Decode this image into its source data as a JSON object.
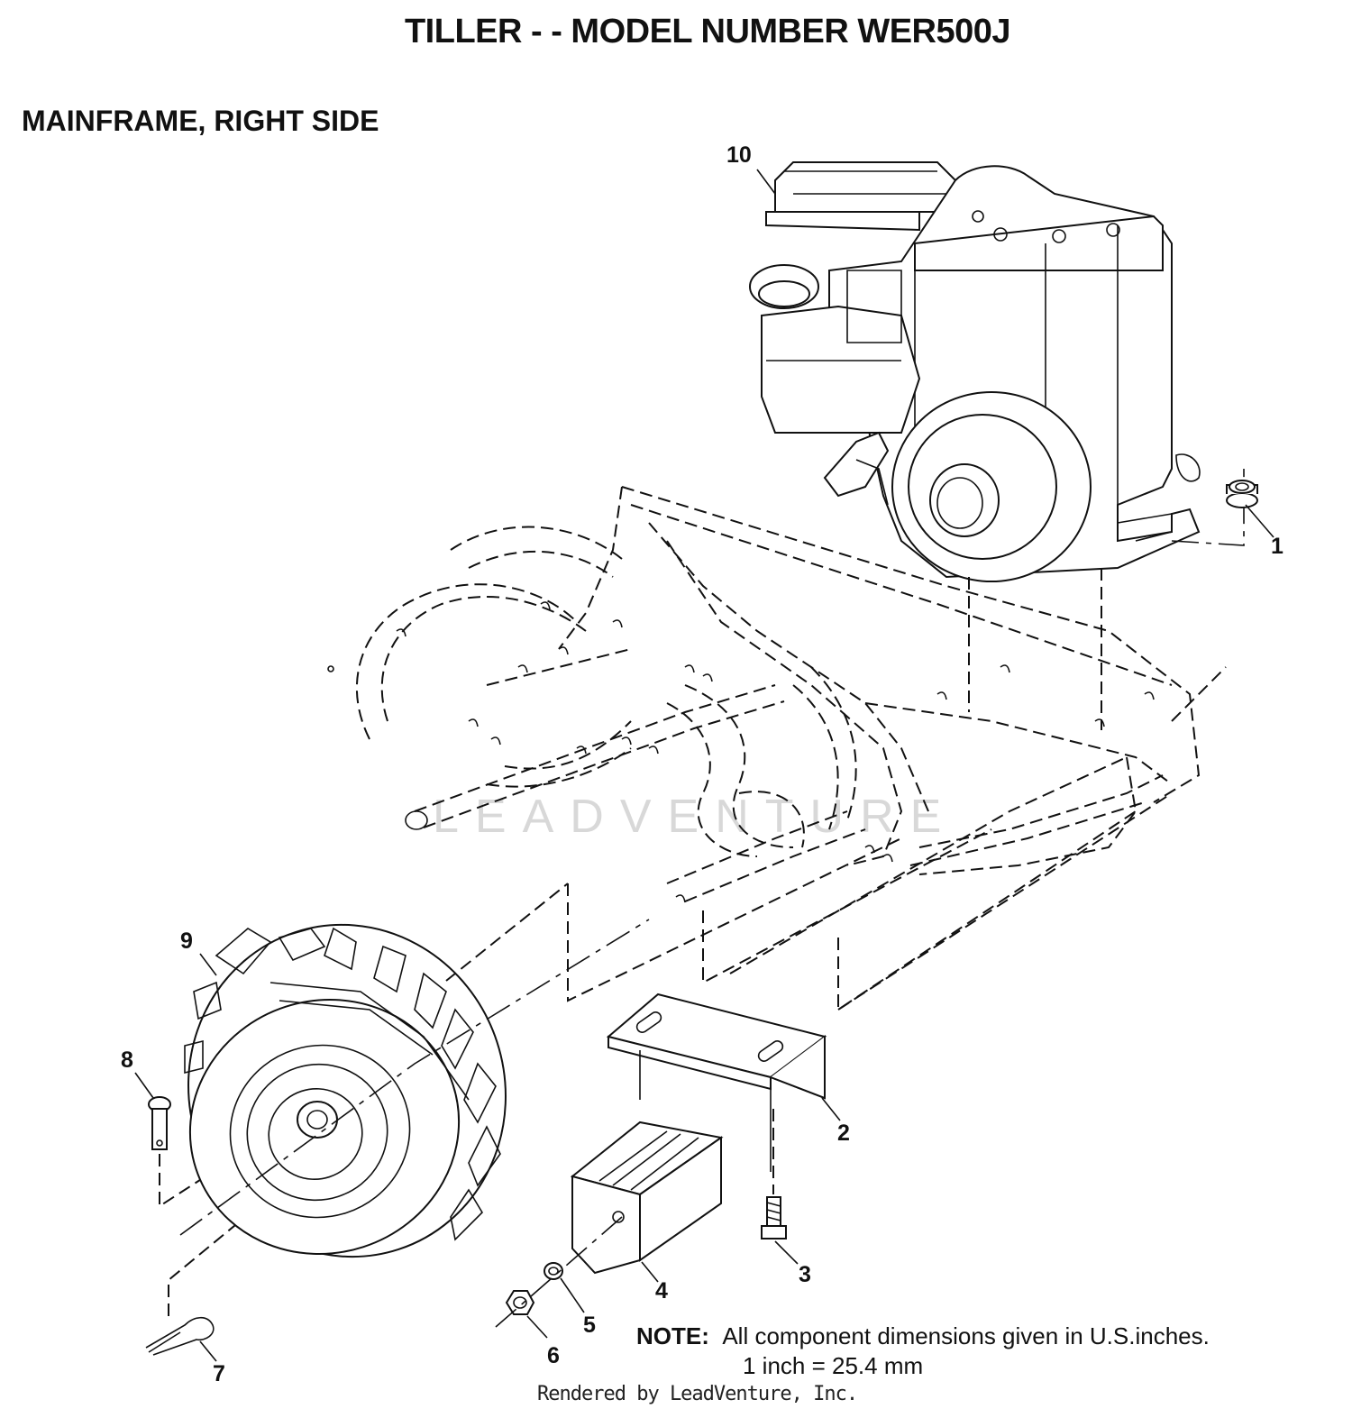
{
  "header": {
    "title": "TILLER - - MODEL NUMBER WER500J",
    "section": "MAINFRAME, RIGHT SIDE"
  },
  "callouts": [
    "1",
    "2",
    "3",
    "4",
    "5",
    "6",
    "7",
    "8",
    "9",
    "10"
  ],
  "note": {
    "label": "NOTE:",
    "line1": "All component dimensions given in U.S.inches.",
    "line2": "1 inch = 25.4 mm"
  },
  "watermark": "LEADVENTURE",
  "footer": "Rendered by LeadVenture, Inc."
}
